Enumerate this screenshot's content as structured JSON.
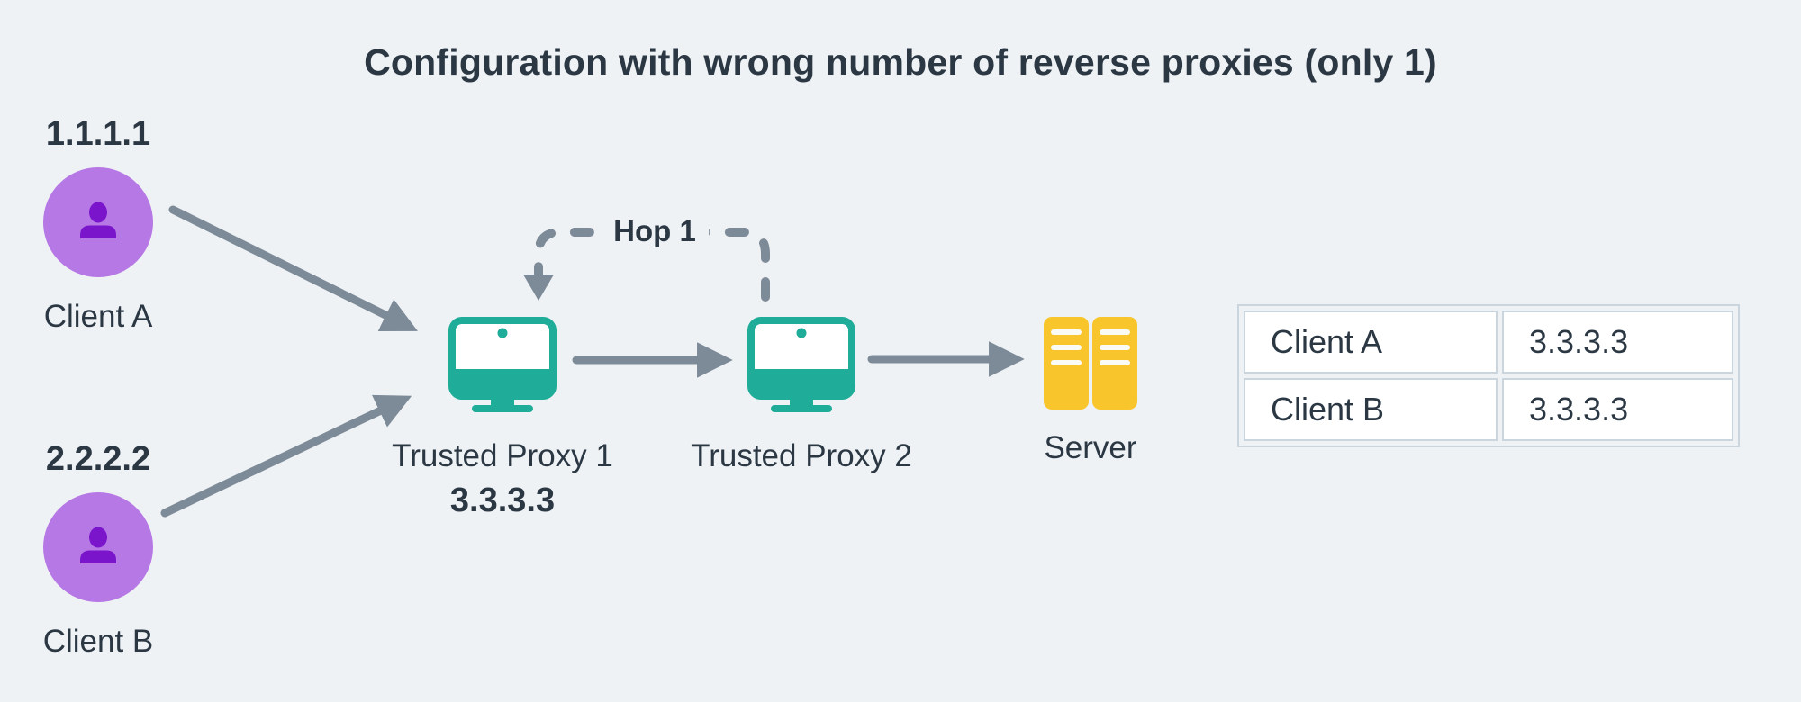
{
  "title": "Configuration with wrong number of reverse proxies (only 1)",
  "hop": {
    "label": "Hop 1"
  },
  "nodes": {
    "client_a": {
      "ip": "1.1.1.1",
      "label": "Client A"
    },
    "client_b": {
      "ip": "2.2.2.2",
      "label": "Client B"
    },
    "proxy1": {
      "label": "Trusted Proxy 1",
      "ip": "3.3.3.3"
    },
    "proxy2": {
      "label": "Trusted Proxy 2"
    },
    "server": {
      "label": "Server"
    }
  },
  "table": {
    "rows": [
      {
        "client": "Client A",
        "resolved_ip": "3.3.3.3"
      },
      {
        "client": "Client B",
        "resolved_ip": "3.3.3.3"
      }
    ]
  },
  "icons": {
    "client": "person-icon",
    "proxy": "monitor-icon",
    "server": "server-rack-icon"
  },
  "colors": {
    "background": "#eff2f5",
    "text": "#2b3844",
    "arrow_gray": "#7d8a97",
    "client_circle": "#b678e4",
    "client_person": "#7a15cb",
    "proxy_teal": "#1fac98",
    "server_yellow": "#f8c52d",
    "table_border": "#cbd5dd",
    "cell_background": "#ffffff"
  }
}
